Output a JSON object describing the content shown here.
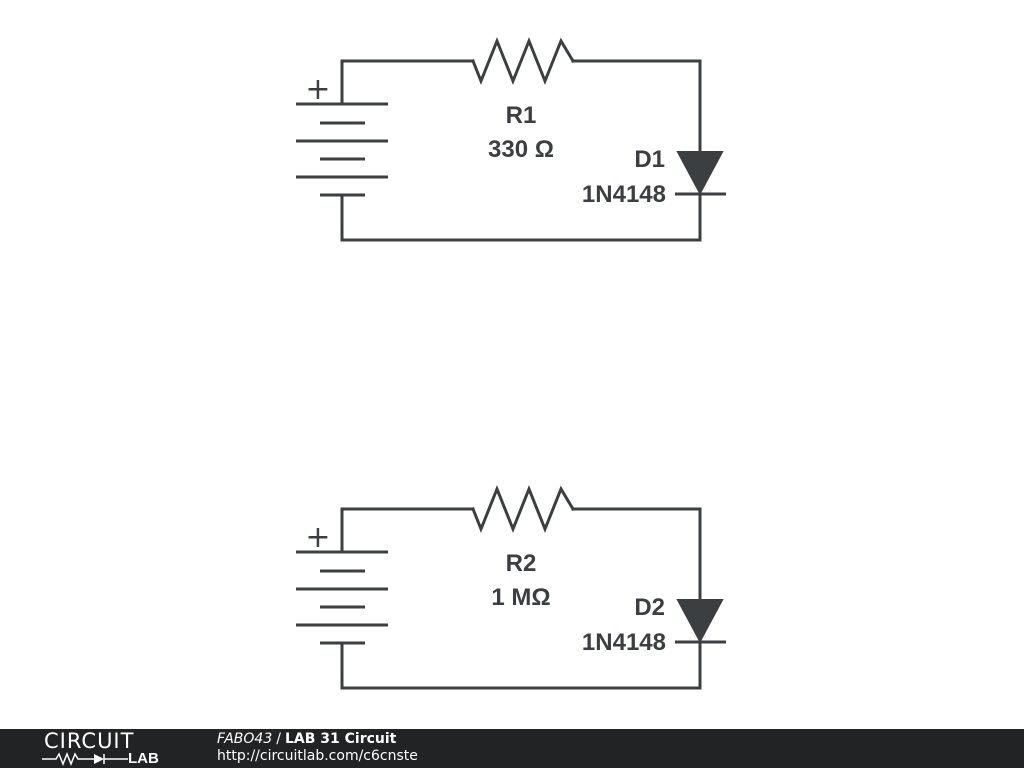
{
  "circuits": [
    {
      "resistor": {
        "ref": "R1",
        "value": "330 Ω"
      },
      "diode": {
        "ref": "D1",
        "part": "1N4148"
      },
      "battery_polarity": "+"
    },
    {
      "resistor": {
        "ref": "R2",
        "value": "1 MΩ"
      },
      "diode": {
        "ref": "D2",
        "part": "1N4148"
      },
      "battery_polarity": "+"
    }
  ],
  "footer": {
    "logo_top": "CIRCUIT",
    "logo_bottom": "LAB",
    "author": "FABO43",
    "separator": "/",
    "title": "LAB 31 Circuit",
    "url": "http://circuitlab.com/c6cnste"
  },
  "colors": {
    "ink": "#3c3f42",
    "footer_bg": "#222324",
    "background": "#ffffff"
  }
}
